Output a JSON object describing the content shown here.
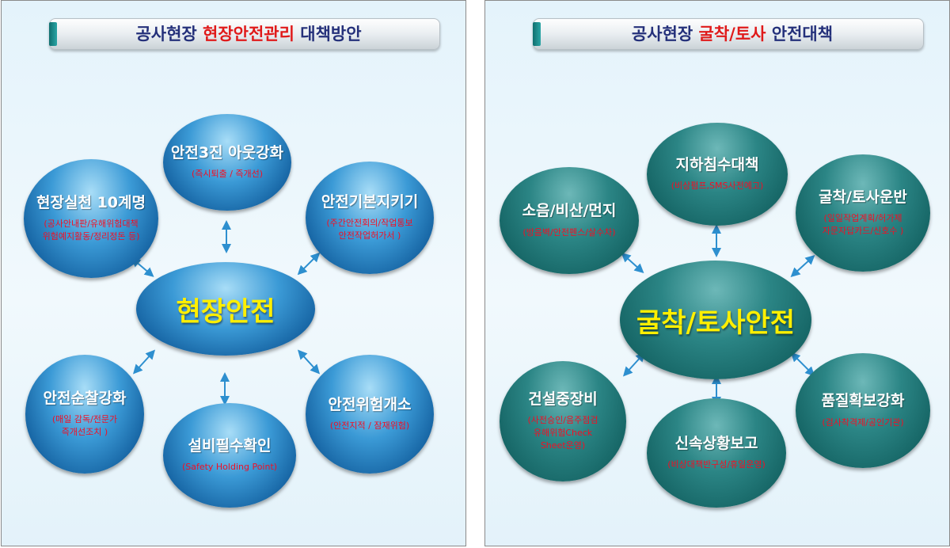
{
  "left_panel": {
    "title": {
      "part1": "공사현장 ",
      "part2": "현장안전관리",
      "part3": " 대책방안"
    },
    "center": "현장안전",
    "nodes": [
      {
        "title": "안전3진 아웃강화",
        "sub": [
          "(즉시퇴출 / 즉개선)"
        ]
      },
      {
        "title": "안전기본지키기",
        "sub": [
          "(주간안전회의/작업통보",
          "안전작업허가서 )"
        ]
      },
      {
        "title": "안전위험개소",
        "sub": [
          "(안전지적 / 잠재위험)"
        ]
      },
      {
        "title": "설비필수확인",
        "sub": [
          "(Safety Holding Point)"
        ]
      },
      {
        "title": "안전순찰강화",
        "sub": [
          "(매일 감독/전문가",
          "즉개선조치 )"
        ]
      },
      {
        "title": "현장실천 10계명",
        "sub": [
          "(공사안내판/유해위험대책",
          "위험예지활동/정리정돈 등)"
        ]
      }
    ]
  },
  "right_panel": {
    "title": {
      "part1": "공사현장 ",
      "part2": "굴착/토사",
      "part3": " 안전대책"
    },
    "center": "굴착/토사안전",
    "nodes": [
      {
        "title": "지하침수대책",
        "sub": [
          "(비상펌프,SMS사전예고)"
        ]
      },
      {
        "title": "굴착/토사운반",
        "sub": [
          "(일일작업계획/허가제",
          "자문자답카드/신호수 )"
        ]
      },
      {
        "title": "품질확보강화",
        "sub": [
          "(검사착격제/공인기관)"
        ]
      },
      {
        "title": "신속상황보고",
        "sub": [
          "(비상대책반구성/휴일운영)"
        ]
      },
      {
        "title": "건설중장비",
        "sub": [
          "(사전승인/음주점검",
          "유해위험Check",
          "Sheet운영)"
        ]
      },
      {
        "title": "소음/비산/먼지",
        "sub": [
          "(방음벽/안전펜스/살수차)"
        ]
      }
    ]
  },
  "colors": {
    "title_dark": "#24307a",
    "title_red": "#e01a1a",
    "left_bubble": "#1664a3",
    "right_bubble": "#156464",
    "center_text": "#ffef00",
    "sub_text": "#f20f24",
    "arrow": "#2d8fcf"
  }
}
